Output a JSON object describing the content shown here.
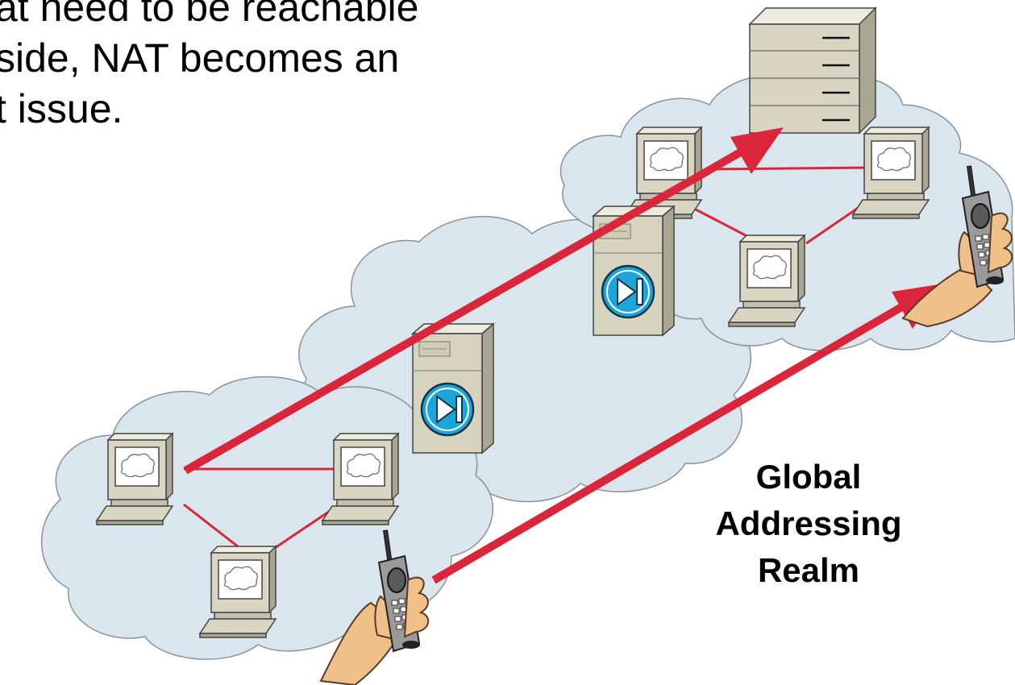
{
  "heading": {
    "lines": [
      "at need to be reachable",
      "side, NAT becomes an",
      "t issue."
    ]
  },
  "realm_label": {
    "lines": [
      "Global",
      "Addressing",
      "Realm"
    ]
  },
  "colors": {
    "cloud_fill": "#d9e6ee",
    "cloud_stroke": "#8a9299",
    "arrow": "#d9263a",
    "device_beige": "#d6d3bf",
    "nat_icon": "#1aa6d8",
    "skin": "#efc08a"
  },
  "icons": [
    "server-icon",
    "computer-icon",
    "nat-router-icon",
    "cell-phone-icon",
    "hand-icon",
    "cloud-icon",
    "arrow-icon"
  ]
}
